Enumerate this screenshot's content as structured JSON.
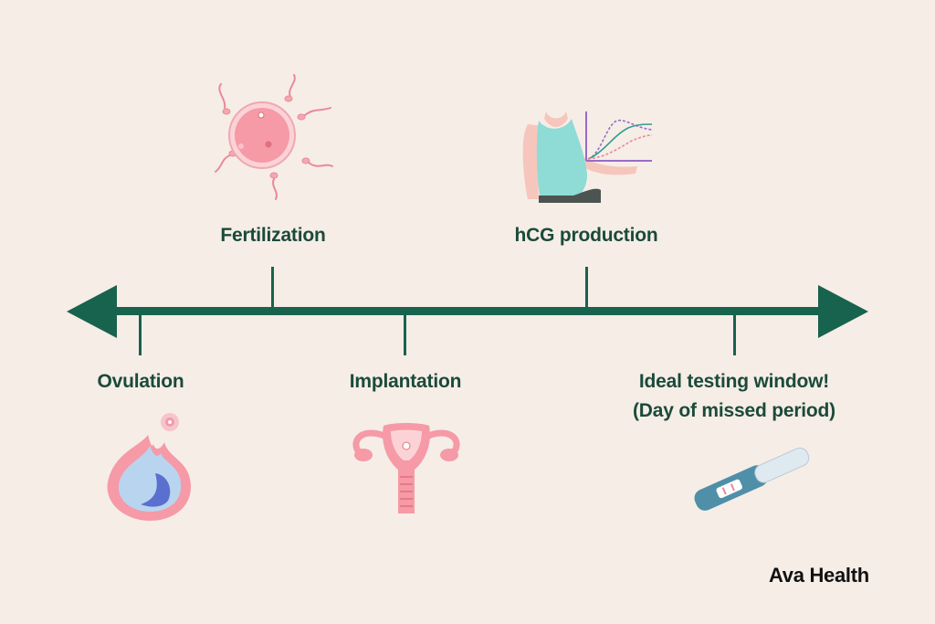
{
  "timeline": {
    "events_above": [
      {
        "id": "fertilization",
        "label": "Fertilization"
      },
      {
        "id": "hcg",
        "label": "hCG production"
      }
    ],
    "events_below": [
      {
        "id": "ovulation",
        "label": "Ovulation"
      },
      {
        "id": "implantation",
        "label": "Implantation"
      },
      {
        "id": "testing",
        "label": "Ideal testing window!",
        "sublabel": "(Day of missed period)"
      }
    ]
  },
  "brand": "Ava Health",
  "colors": {
    "background": "#f6ede7",
    "timeline": "#17634e",
    "label": "#1b4a3a",
    "pink": "#f4a7b0",
    "teal": "#8fdbd6",
    "test_blue": "#4f8fa8"
  },
  "icons": [
    "egg-sperm-icon",
    "pregnant-woman-chart-icon",
    "ovary-follicle-icon",
    "uterus-icon",
    "pregnancy-test-icon"
  ]
}
